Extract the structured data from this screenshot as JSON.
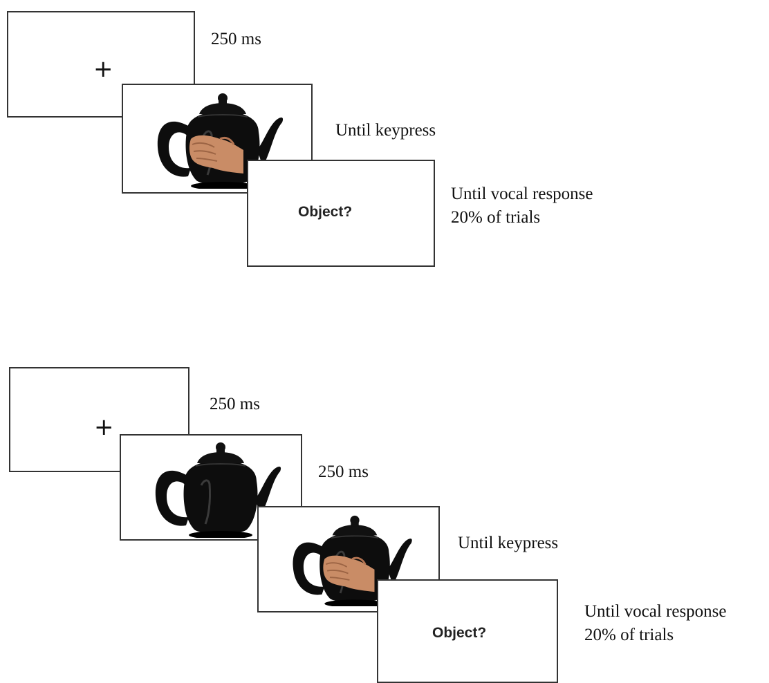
{
  "top_sequence": {
    "fixation": {
      "symbol": "+",
      "duration": "250 ms"
    },
    "grasp": {
      "duration": "Until keypress"
    },
    "question": {
      "prompt": "Object?",
      "duration_line1": "Until vocal response",
      "duration_line2": "20% of trials"
    }
  },
  "bottom_sequence": {
    "fixation": {
      "symbol": "+",
      "duration": "250 ms"
    },
    "object": {
      "duration": "250 ms"
    },
    "grasp": {
      "duration": "Until keypress"
    },
    "question": {
      "prompt": "Object?",
      "duration_line1": "Until vocal response",
      "duration_line2": "20% of trials"
    }
  },
  "colors": {
    "frame_border": "#333333",
    "teapot": "#0d0d0d",
    "hand": "#c98c66"
  }
}
